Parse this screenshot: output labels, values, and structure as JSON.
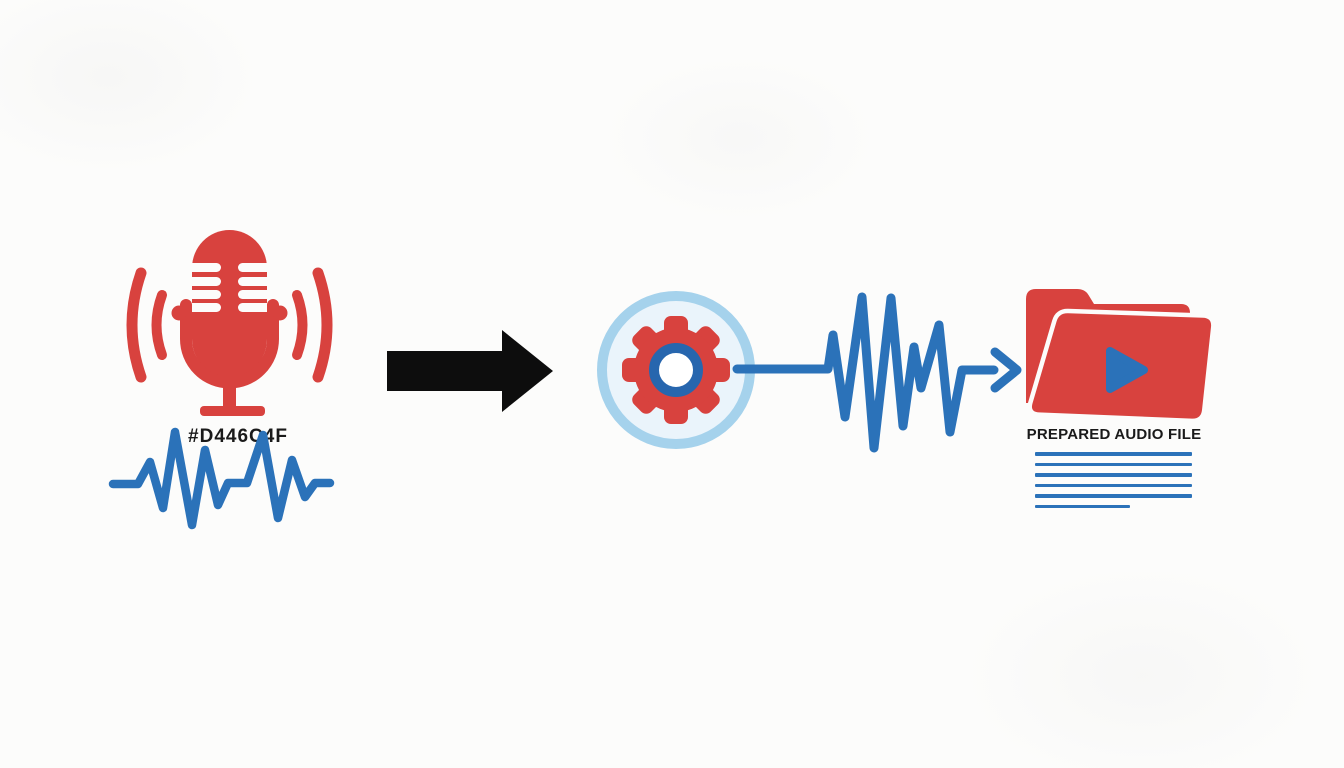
{
  "diagram": {
    "stages": [
      {
        "name": "audio-input",
        "icon": "microphone-icon",
        "label": "#D446C4F"
      },
      {
        "name": "processing",
        "icon": "gear-icon",
        "label": ""
      },
      {
        "name": "prepared-output",
        "icon": "folder-play-icon",
        "label": "PREPARED AUDIO FILE"
      }
    ],
    "connectors": [
      {
        "name": "input-to-processing",
        "icon": "black-arrow-right-icon"
      },
      {
        "name": "processing-to-output",
        "icon": "waveform-arrow-icon"
      }
    ],
    "doc_lines_count": 6
  },
  "colors": {
    "red": "#D8423E",
    "blue": "#2B72B9",
    "dark_blue": "#2766AE",
    "light_blue": "#A5D2EC",
    "pale_blue": "#EAF4FB",
    "arrow_black": "#0D0D0D",
    "label_text": "#1A1A1A",
    "background": "#FCFCFB"
  }
}
